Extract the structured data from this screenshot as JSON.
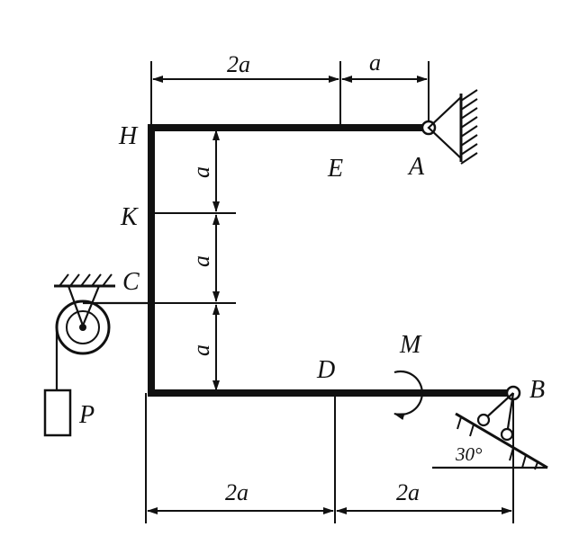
{
  "points": {
    "H": "H",
    "E": "E",
    "A": "A",
    "K": "K",
    "C": "C",
    "D": "D",
    "B": "B"
  },
  "moment": "M",
  "load": "P",
  "angle": "30°",
  "dimensions": {
    "top_left": "2a",
    "top_right": "a",
    "vert_upper": "a",
    "vert_middle": "a",
    "vert_lower": "a",
    "bottom_left": "2a",
    "bottom_right": "2a"
  }
}
